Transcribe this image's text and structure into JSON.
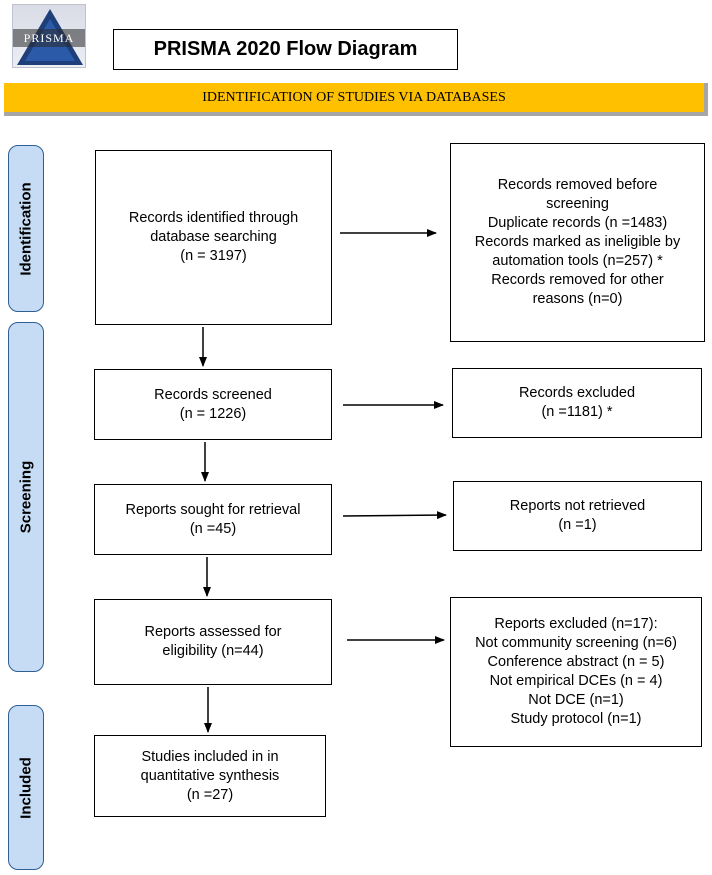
{
  "logo": {
    "text": "PRISMA"
  },
  "title": "PRISMA 2020 Flow Diagram",
  "banner": "IDENTIFICATION OF STUDIES VIA DATABASES",
  "stages": {
    "identification": "Identification",
    "screening": "Screening",
    "included": "Included"
  },
  "boxes": {
    "identified": [
      "Records identified through",
      "database searching",
      "(n = 3197)"
    ],
    "removed": [
      "Records removed before",
      "screening",
      "Duplicate records (n =1483)",
      "Records marked as ineligible by",
      "automation tools (n=257) *",
      "Records removed for other",
      "reasons (n=0)"
    ],
    "screened": [
      "Records screened",
      "(n = 1226)"
    ],
    "excluded": [
      "Records excluded",
      "(n =1181) *"
    ],
    "sought": [
      "Reports sought for retrieval",
      "(n =45)"
    ],
    "not_retrieved": [
      "Reports not retrieved",
      "(n =1)"
    ],
    "assessed": [
      "Reports assessed for",
      "eligibility (n=44)"
    ],
    "reports_excluded": [
      "Reports excluded (n=17):",
      "Not community screening (n=6)",
      "Conference abstract (n = 5)",
      "Not empirical DCEs (n = 4)",
      "Not DCE (n=1)",
      "Study protocol (n=1)"
    ],
    "included": [
      "Studies included in in",
      "quantitative synthesis",
      "(n =27)"
    ]
  }
}
